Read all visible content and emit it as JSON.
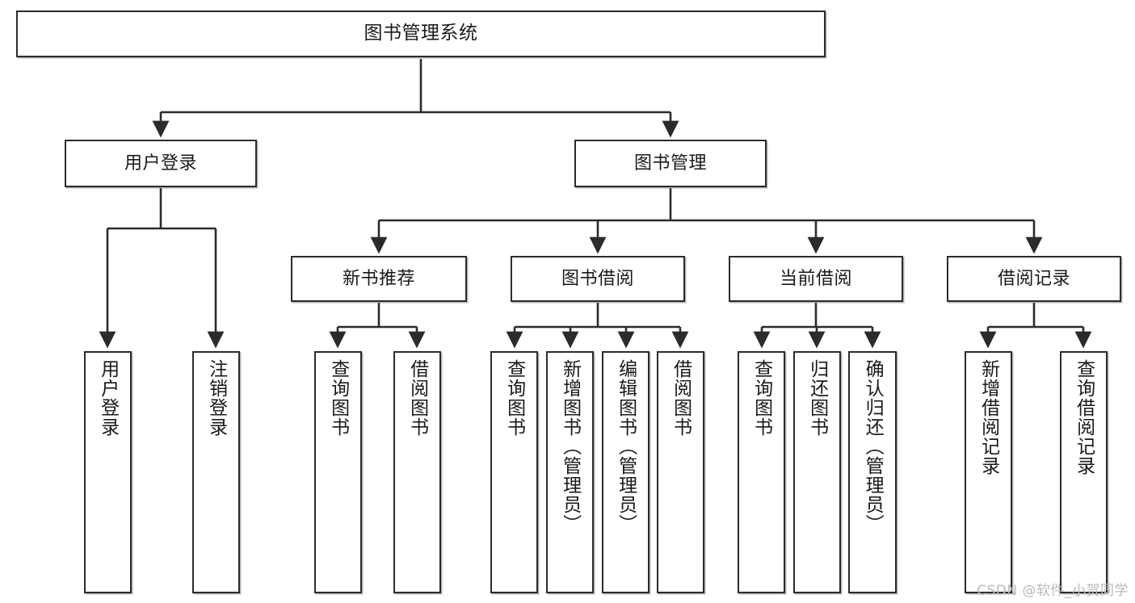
{
  "diagram": {
    "title": "图书管理系统",
    "watermark": "CSDN @软件_小贺同学",
    "colors": {
      "border": "#2b2b2b",
      "background": "#ffffff",
      "connector": "#2b2b2b",
      "watermark": "#b9b9b9"
    },
    "levels": {
      "root": {
        "label": "图书管理系统"
      },
      "level2": [
        {
          "label": "用户登录"
        },
        {
          "label": "图书管理"
        }
      ],
      "level3": [
        {
          "label": "新书推荐"
        },
        {
          "label": "图书借阅"
        },
        {
          "label": "当前借阅"
        },
        {
          "label": "借阅记录"
        }
      ],
      "leaves": {
        "user_login": [
          {
            "label": "用户登录"
          },
          {
            "label": "注销登录"
          }
        ],
        "new_book_recommend": [
          {
            "label": "查询图书"
          },
          {
            "label": "借阅图书"
          }
        ],
        "book_borrow": [
          {
            "label": "查询图书"
          },
          {
            "label": "新增图书（管理员）"
          },
          {
            "label": "编辑图书（管理员）"
          },
          {
            "label": "借阅图书"
          }
        ],
        "current_borrow": [
          {
            "label": "查询图书"
          },
          {
            "label": "归还图书"
          },
          {
            "label": "确认归还（管理员）"
          }
        ],
        "borrow_records": [
          {
            "label": "新增借阅记录"
          },
          {
            "label": "查询借阅记录"
          }
        ]
      }
    }
  }
}
